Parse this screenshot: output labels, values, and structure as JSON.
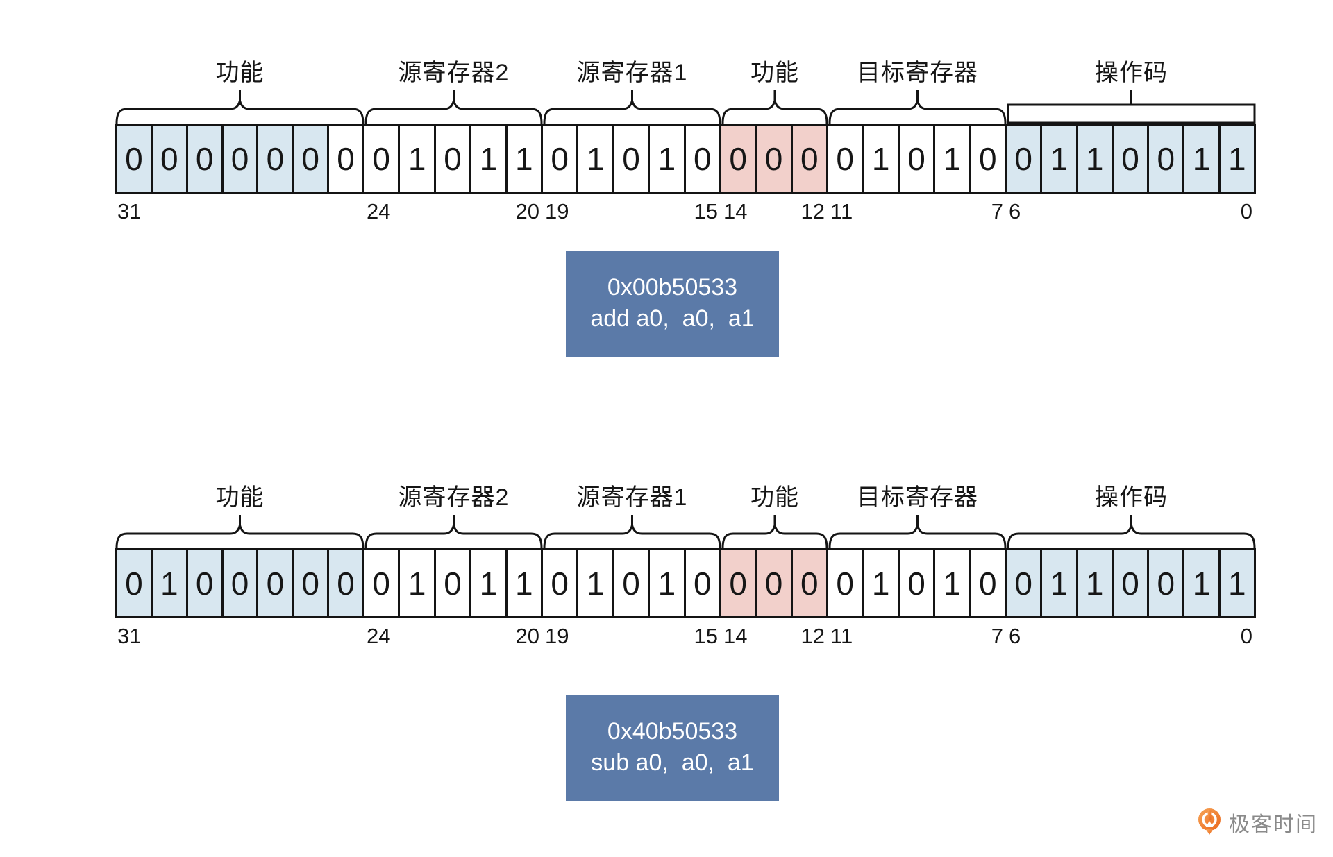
{
  "colors": {
    "field_light_blue": "#d8e7f0",
    "field_pink": "#f2d0cb",
    "info_box_blue": "#5b7aa8",
    "line_black": "#141414",
    "watermark_gray": "#8a8a8a",
    "brand_orange_light": "#f7a456",
    "brand_orange_dark": "#ea671c"
  },
  "diagrams": [
    {
      "name": "add-instruction-encoding",
      "fields": [
        {
          "label": "功能",
          "brace": "curly",
          "bitLeft": "31",
          "bitRight": "",
          "cells": [
            [
              "0",
              "b"
            ],
            [
              "0",
              "b"
            ],
            [
              "0",
              "b"
            ],
            [
              "0",
              "b"
            ],
            [
              "0",
              "b"
            ],
            [
              "0",
              "b"
            ],
            [
              "0",
              "w"
            ]
          ]
        },
        {
          "label": "源寄存器2",
          "brace": "curly",
          "bitLeft": "24",
          "bitRight": "20",
          "cells": [
            [
              "0",
              "w"
            ],
            [
              "1",
              "w"
            ],
            [
              "0",
              "w"
            ],
            [
              "1",
              "w"
            ],
            [
              "1",
              "w"
            ]
          ]
        },
        {
          "label": "源寄存器1",
          "brace": "curly",
          "bitLeft": "19",
          "bitRight": "15",
          "cells": [
            [
              "0",
              "w"
            ],
            [
              "1",
              "w"
            ],
            [
              "0",
              "w"
            ],
            [
              "1",
              "w"
            ],
            [
              "0",
              "w"
            ]
          ]
        },
        {
          "label": "功能",
          "brace": "curly",
          "bitLeft": "14",
          "bitRight": "12",
          "cells": [
            [
              "0",
              "p"
            ],
            [
              "0",
              "p"
            ],
            [
              "0",
              "p"
            ]
          ]
        },
        {
          "label": "目标寄存器",
          "brace": "curly",
          "bitLeft": "11",
          "bitRight": "7",
          "cells": [
            [
              "0",
              "w"
            ],
            [
              "1",
              "w"
            ],
            [
              "0",
              "w"
            ],
            [
              "1",
              "w"
            ],
            [
              "0",
              "w"
            ]
          ]
        },
        {
          "label": "操作码",
          "brace": "box",
          "bitLeft": "6",
          "bitRight": "0",
          "cells": [
            [
              "0",
              "b"
            ],
            [
              "1",
              "b"
            ],
            [
              "1",
              "b"
            ],
            [
              "0",
              "b"
            ],
            [
              "0",
              "b"
            ],
            [
              "1",
              "b"
            ],
            [
              "1",
              "b"
            ]
          ]
        }
      ],
      "box": {
        "hex": "0x00b50533",
        "asm": "add a0,  a0,  a1"
      }
    },
    {
      "name": "sub-instruction-encoding",
      "fields": [
        {
          "label": "功能",
          "brace": "curly",
          "bitLeft": "31",
          "bitRight": "",
          "cells": [
            [
              "0",
              "b"
            ],
            [
              "1",
              "b"
            ],
            [
              "0",
              "b"
            ],
            [
              "0",
              "b"
            ],
            [
              "0",
              "b"
            ],
            [
              "0",
              "b"
            ],
            [
              "0",
              "b"
            ]
          ]
        },
        {
          "label": "源寄存器2",
          "brace": "curly",
          "bitLeft": "24",
          "bitRight": "20",
          "cells": [
            [
              "0",
              "w"
            ],
            [
              "1",
              "w"
            ],
            [
              "0",
              "w"
            ],
            [
              "1",
              "w"
            ],
            [
              "1",
              "w"
            ]
          ]
        },
        {
          "label": "源寄存器1",
          "brace": "curly",
          "bitLeft": "19",
          "bitRight": "15",
          "cells": [
            [
              "0",
              "w"
            ],
            [
              "1",
              "w"
            ],
            [
              "0",
              "w"
            ],
            [
              "1",
              "w"
            ],
            [
              "0",
              "w"
            ]
          ]
        },
        {
          "label": "功能",
          "brace": "curly",
          "bitLeft": "14",
          "bitRight": "12",
          "cells": [
            [
              "0",
              "p"
            ],
            [
              "0",
              "p"
            ],
            [
              "0",
              "p"
            ]
          ]
        },
        {
          "label": "目标寄存器",
          "brace": "curly",
          "bitLeft": "11",
          "bitRight": "7",
          "cells": [
            [
              "0",
              "w"
            ],
            [
              "1",
              "w"
            ],
            [
              "0",
              "w"
            ],
            [
              "1",
              "w"
            ],
            [
              "0",
              "w"
            ]
          ]
        },
        {
          "label": "操作码",
          "brace": "curly",
          "bitLeft": "6",
          "bitRight": "0",
          "cells": [
            [
              "0",
              "b"
            ],
            [
              "1",
              "b"
            ],
            [
              "1",
              "b"
            ],
            [
              "0",
              "b"
            ],
            [
              "0",
              "b"
            ],
            [
              "1",
              "b"
            ],
            [
              "1",
              "b"
            ]
          ]
        }
      ],
      "box": {
        "hex": "0x40b50533",
        "asm": "sub a0,  a0,  a1"
      }
    }
  ],
  "watermark": {
    "text": "极客时间",
    "icon": "geektime-logo"
  }
}
